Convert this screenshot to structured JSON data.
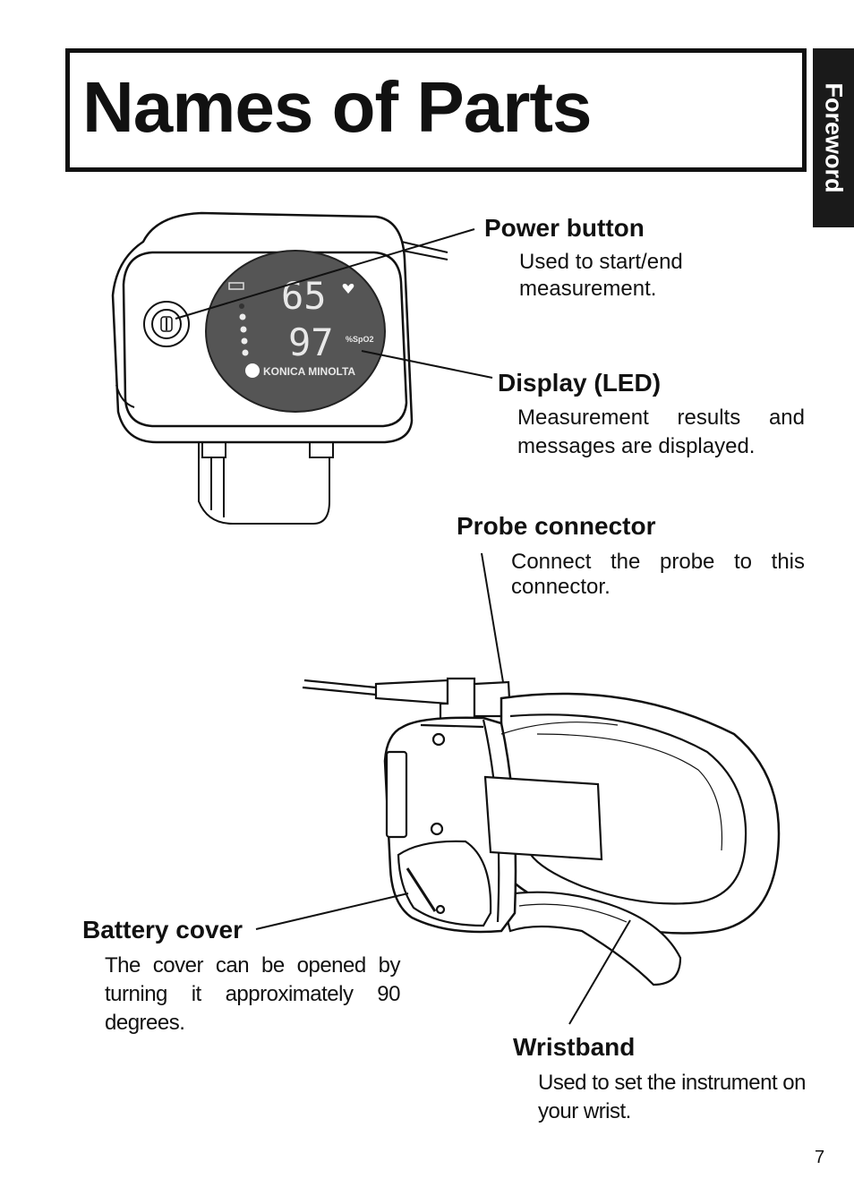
{
  "page": {
    "title": "Names of Parts",
    "side_tab": "Foreword",
    "page_number": "7"
  },
  "device_display": {
    "pulse_value": "65",
    "spo2_value": "97",
    "spo2_unit": "%SpO2",
    "brand": "KONICA MINOLTA"
  },
  "parts": {
    "power_button": {
      "label": "Power button",
      "description": "Used to start/end measurement."
    },
    "display": {
      "label": "Display (LED)",
      "description": "Measurement results and messages are displayed."
    },
    "probe_connector": {
      "label": "Probe connector",
      "description": "Connect the probe to this connector."
    },
    "battery_cover": {
      "label": "Battery cover",
      "description": "The cover can be opened by turning it approximately 90 degrees."
    },
    "wristband": {
      "label": "Wristband",
      "description": "Used to set the instrument on your wrist."
    }
  }
}
